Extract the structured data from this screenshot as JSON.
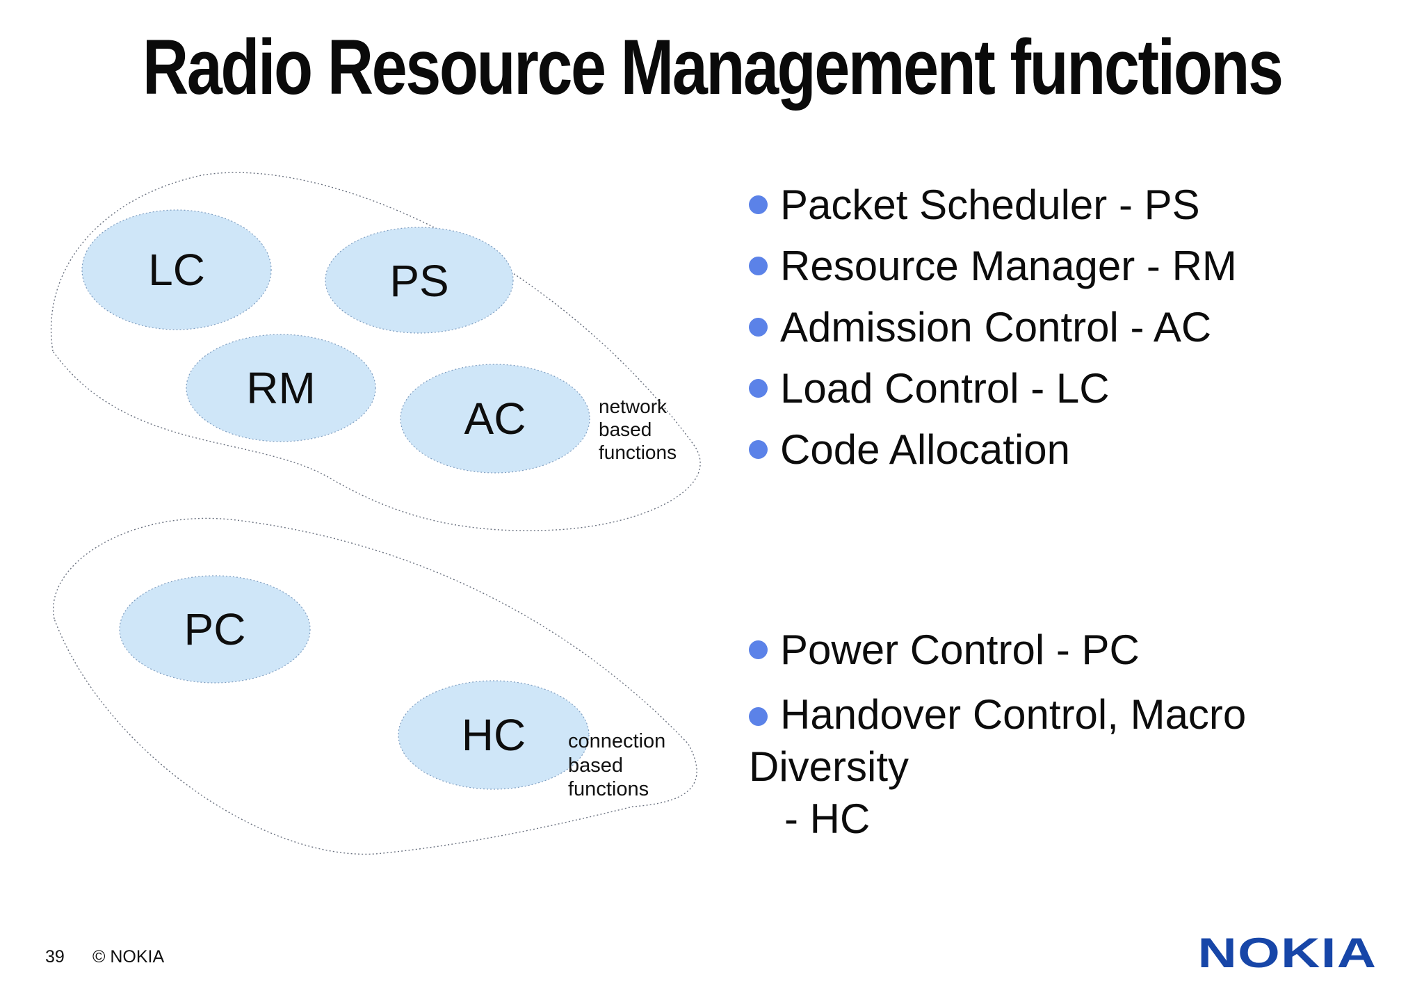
{
  "slide": {
    "title": "Radio Resource Management functions",
    "page_number": "39",
    "copyright": "© NOKIA",
    "logo_text": "NOKIA"
  },
  "diagram": {
    "network_group": {
      "nodes": [
        "LC",
        "PS",
        "RM",
        "AC"
      ],
      "caption_lines": [
        "network",
        "based",
        "functions"
      ]
    },
    "connection_group": {
      "nodes": [
        "PC",
        "HC"
      ],
      "caption_lines": [
        "connection",
        "based",
        "functions"
      ]
    }
  },
  "network_bullets": [
    "Packet Scheduler - PS",
    "Resource Manager - RM",
    "Admission Control - AC",
    "Load Control - LC",
    "Code Allocation"
  ],
  "connection_bullets": {
    "first": "Power Control - PC",
    "second_lines": [
      "Handover Control, Macro",
      "Diversity",
      "- HC"
    ]
  },
  "colors": {
    "node_fill": "#cfe6f8",
    "node_border": "#7e9dc0",
    "group_outline": "#6b7280",
    "bullet_dot": "#5b82e8",
    "nokia_blue": "#1746a8",
    "text": "#0c0c0c"
  }
}
